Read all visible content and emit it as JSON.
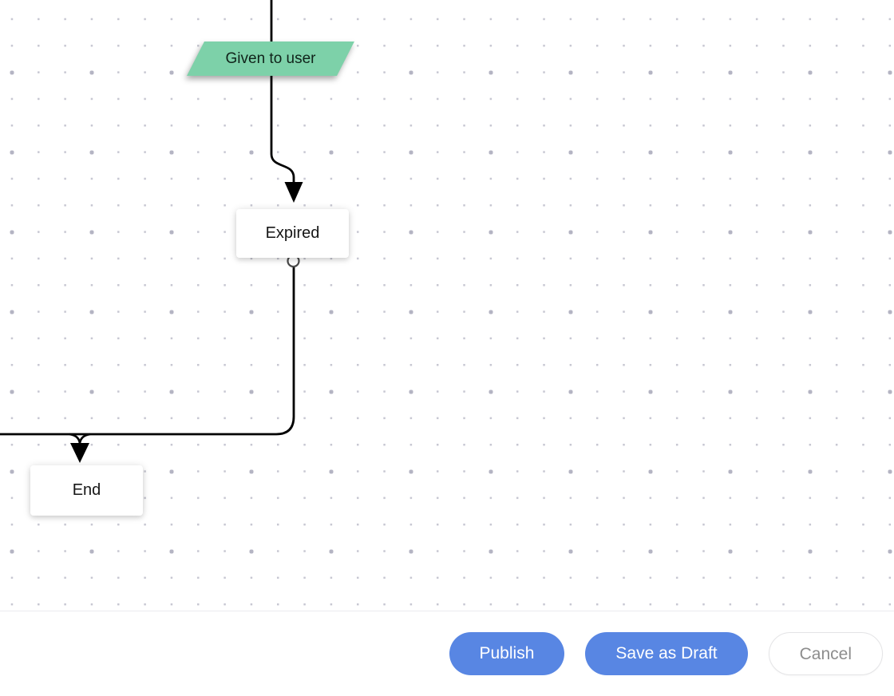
{
  "app": {
    "type": "workflow-builder-canvas"
  },
  "nodes": {
    "given_to_user": {
      "label": "Given to user",
      "shape": "parallelogram",
      "role": "transition-label",
      "color": "#7dd1a9"
    },
    "expired": {
      "label": "Expired",
      "shape": "rectangle",
      "role": "stage"
    },
    "end": {
      "label": "End",
      "shape": "rectangle",
      "role": "stage"
    }
  },
  "edges": [
    {
      "from": "offscreen-top",
      "to": "expired",
      "through_label": "Given to user",
      "arrow": "down"
    },
    {
      "from": "expired",
      "to": "end",
      "arrow": "down"
    },
    {
      "from": "offscreen-left",
      "to": "end",
      "arrow": "down"
    }
  ],
  "footer": {
    "publish_label": "Publish",
    "save_draft_label": "Save as Draft",
    "cancel_label": "Cancel"
  },
  "colors": {
    "label_green": "#7dd1a9",
    "button_blue": "#5886e3",
    "cancel_text": "#8d8d8d",
    "edge_line": "#000000",
    "dot_small": "#c7c7d2",
    "dot_large": "#b4b4c3",
    "canvas_bg": "#ffffff"
  }
}
